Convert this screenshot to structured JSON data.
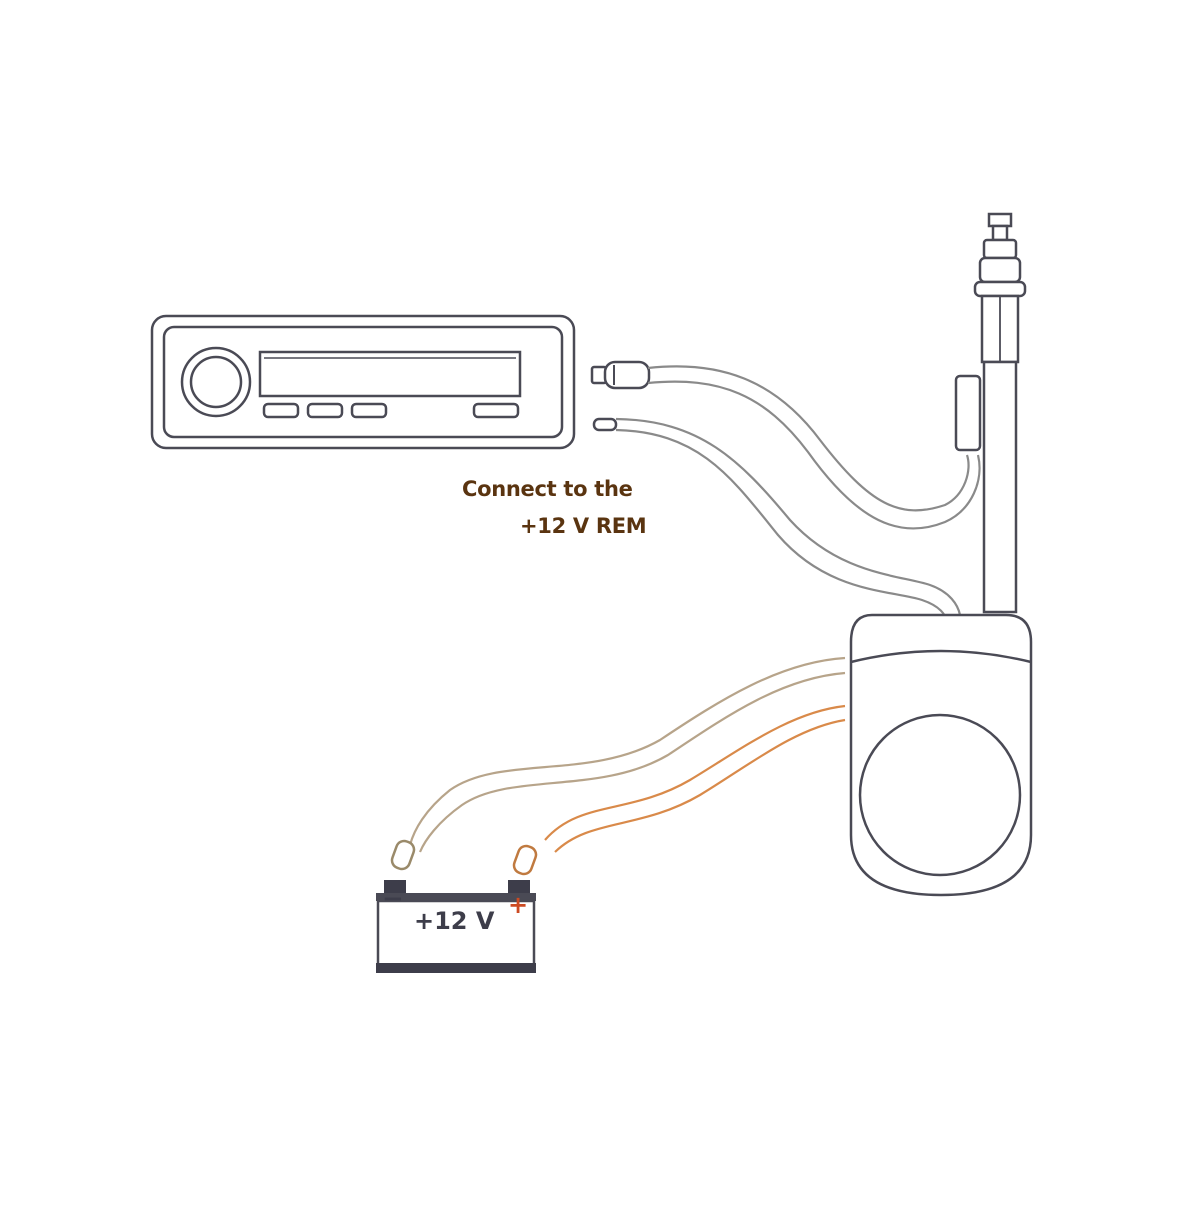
{
  "colors": {
    "outline": "#4a4a55",
    "wire": "#8a8a8a",
    "label_brown": "#5a3410",
    "battery_text": "#3d3d4a",
    "wire_orange": "#d98a4a",
    "wire_tan": "#b7a48a",
    "plus_red": "#cc4a22"
  },
  "annotation": {
    "line1": "Connect to the",
    "line2": "+12 V REM"
  },
  "battery": {
    "label": "+12 V",
    "negative": "−",
    "positive": "+"
  },
  "icons": {
    "head_unit": "car-radio-icon",
    "antenna": "power-antenna-icon",
    "battery": "battery-icon"
  }
}
